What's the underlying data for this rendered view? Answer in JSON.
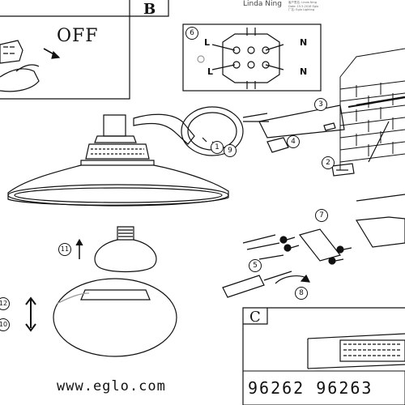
{
  "panels": {
    "b": "B",
    "c": "C"
  },
  "switch_instruction": "OFF",
  "stamp": {
    "name": "Linda Ning",
    "lines": [
      "客户签名: Linda Ning",
      "Date: 15.5.2018 Eglo",
      "厂名: Eglo Lighting"
    ]
  },
  "wiring_labels": {
    "l1": "L",
    "n1": "N",
    "l2": "L",
    "n2": "N"
  },
  "step_numbers": [
    "1",
    "2",
    "3",
    "4",
    "5",
    "6",
    "7",
    "8",
    "9",
    "10",
    "11",
    "12"
  ],
  "website": "www.eglo.com",
  "model_numbers": "96262 96263",
  "icons": [
    "switch-hand-icon",
    "lamp-shade-drawing",
    "bulb-drawing",
    "glass-globe-drawing",
    "wall-bracket-drawing",
    "screwdriver-drawing",
    "wiring-terminal-drawing"
  ]
}
